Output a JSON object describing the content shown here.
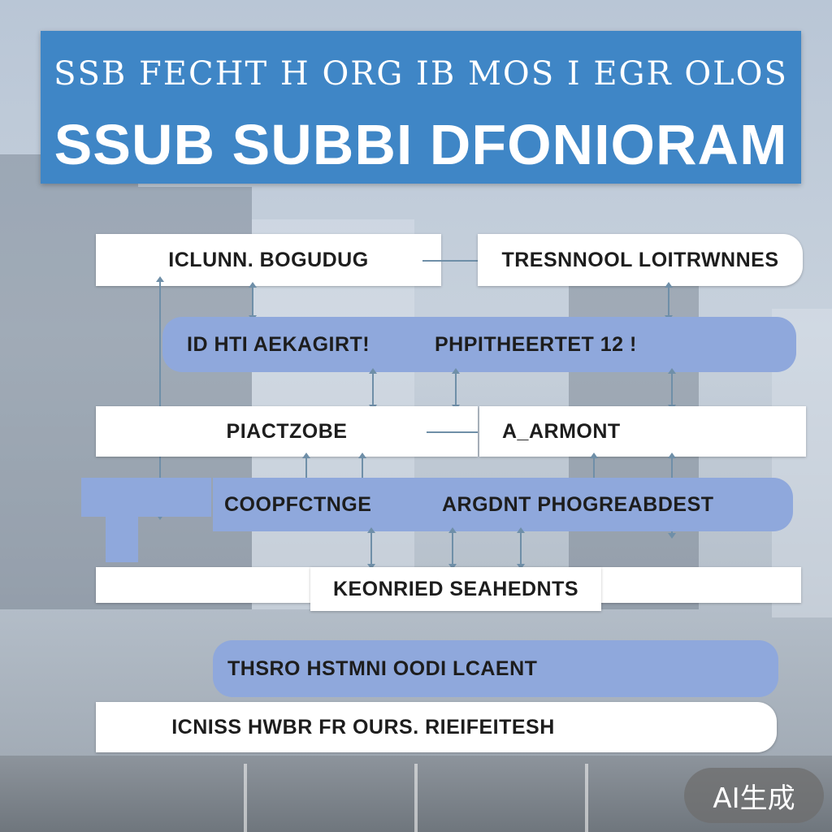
{
  "header": {
    "subtitle": "ЅSB FECHT H ORG IB MOS I EGR OLOS",
    "title": "SSUB SUBBI DFONIORAM"
  },
  "rows": [
    {
      "left": "ICLUNN. BOGUDUG",
      "right": "TRESNNOOL LOITRWNNES"
    },
    {
      "left": "ID HTI AEKAGIRT!",
      "right": "PHPITHEERTET 12 !"
    },
    {
      "left": "PIACTZOBE",
      "right": "A_ARMONT"
    },
    {
      "left": "COOPFCTNGE",
      "right": "ARGDNT PHOGREABDEST"
    },
    {
      "center": "KEONRIED SEAHEDNTS"
    },
    {
      "center": "THSRO HSTMNI OODI LCAENT"
    },
    {
      "center": "ICNISS HWBR FR OURS. RIEIFEITESH"
    }
  ],
  "watermark": "AI生成",
  "colors": {
    "header_blue": "#3f86c6",
    "box_blue": "#8fa8dc",
    "box_white": "#ffffff"
  }
}
